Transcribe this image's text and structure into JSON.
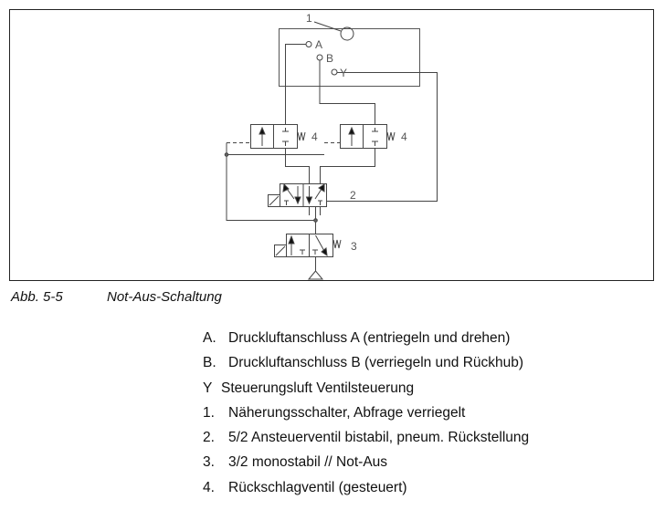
{
  "figure": {
    "number": "Abb. 5-5",
    "title": "Not-Aus-Schaltung",
    "labels": {
      "switch": "1",
      "port_a": "A",
      "port_b": "B",
      "port_y": "Y",
      "valve2": "2",
      "valve3": "3",
      "valve4": "4"
    }
  },
  "legend": [
    {
      "key": "A.",
      "text": "Druckluftanschluss A (entriegeln und drehen)"
    },
    {
      "key": "B.",
      "text": "Druckluftanschluss B (verriegeln und Rückhub)"
    },
    {
      "key": "Y",
      "text": "Steuerungsluft Ventilsteuerung"
    },
    {
      "key": "1.",
      "text": "Näherungsschalter, Abfrage verriegelt"
    },
    {
      "key": "2.",
      "text": "5/2 Ansteuerventil bistabil, pneum. Rückstellung"
    },
    {
      "key": "3.",
      "text": "3/2 monostabil // Not-Aus"
    },
    {
      "key": "4.",
      "text": "Rückschlagventil (gesteuert)"
    }
  ]
}
